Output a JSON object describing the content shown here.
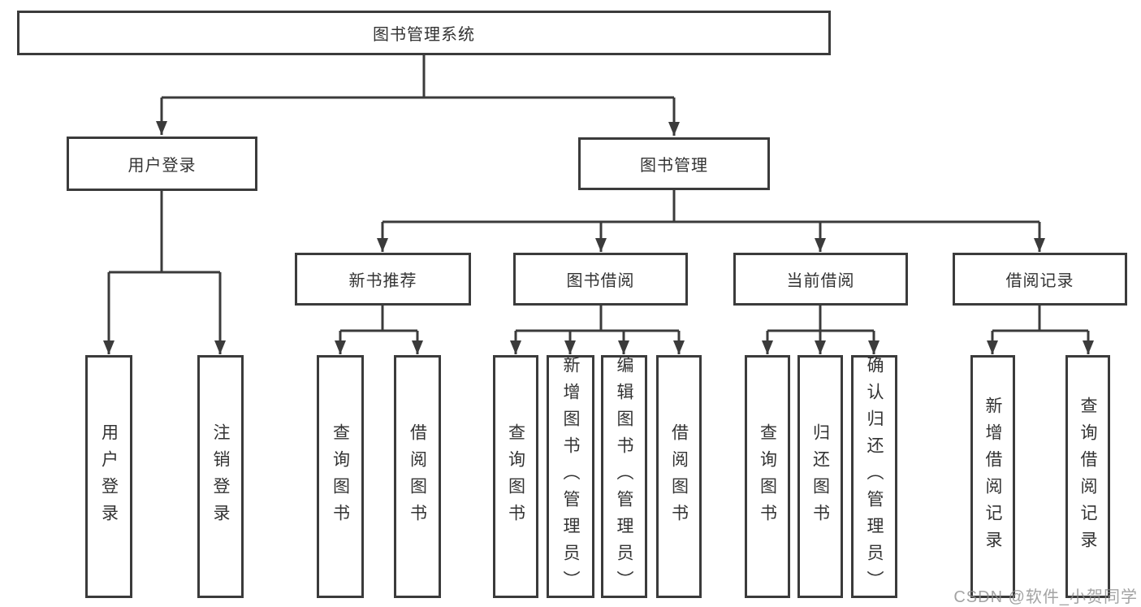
{
  "diagram": {
    "title": "图书管理系统",
    "root": "图书管理系统",
    "level2": [
      "用户登录",
      "图书管理"
    ],
    "level3": [
      "新书推荐",
      "图书借阅",
      "当前借阅",
      "借阅记录"
    ],
    "leaves": [
      "用户登录",
      "注销登录",
      "查询图书",
      "借阅图书",
      "查询图书",
      "新增图书（管理员）",
      "编辑图书（管理员）",
      "借阅图书",
      "查询图书",
      "归还图书",
      "确认归还（管理员）",
      "新增借阅记录",
      "查询借阅记录"
    ],
    "hierarchy": {
      "图书管理系统": [
        "用户登录",
        "图书管理"
      ],
      "用户登录": [
        "用户登录",
        "注销登录"
      ],
      "图书管理": [
        "新书推荐",
        "图书借阅",
        "当前借阅",
        "借阅记录"
      ],
      "新书推荐": [
        "查询图书",
        "借阅图书"
      ],
      "图书借阅": [
        "查询图书",
        "新增图书（管理员）",
        "编辑图书（管理员）",
        "借阅图书"
      ],
      "当前借阅": [
        "查询图书",
        "归还图书",
        "确认归还（管理员）"
      ],
      "借阅记录": [
        "新增借阅记录",
        "查询借阅记录"
      ]
    }
  },
  "watermark": "CSDN @软件_小贺同学",
  "colors": {
    "line": "#3b3b3b",
    "text": "#333333",
    "background": "#ffffff",
    "watermark": "#8c8c8c"
  }
}
